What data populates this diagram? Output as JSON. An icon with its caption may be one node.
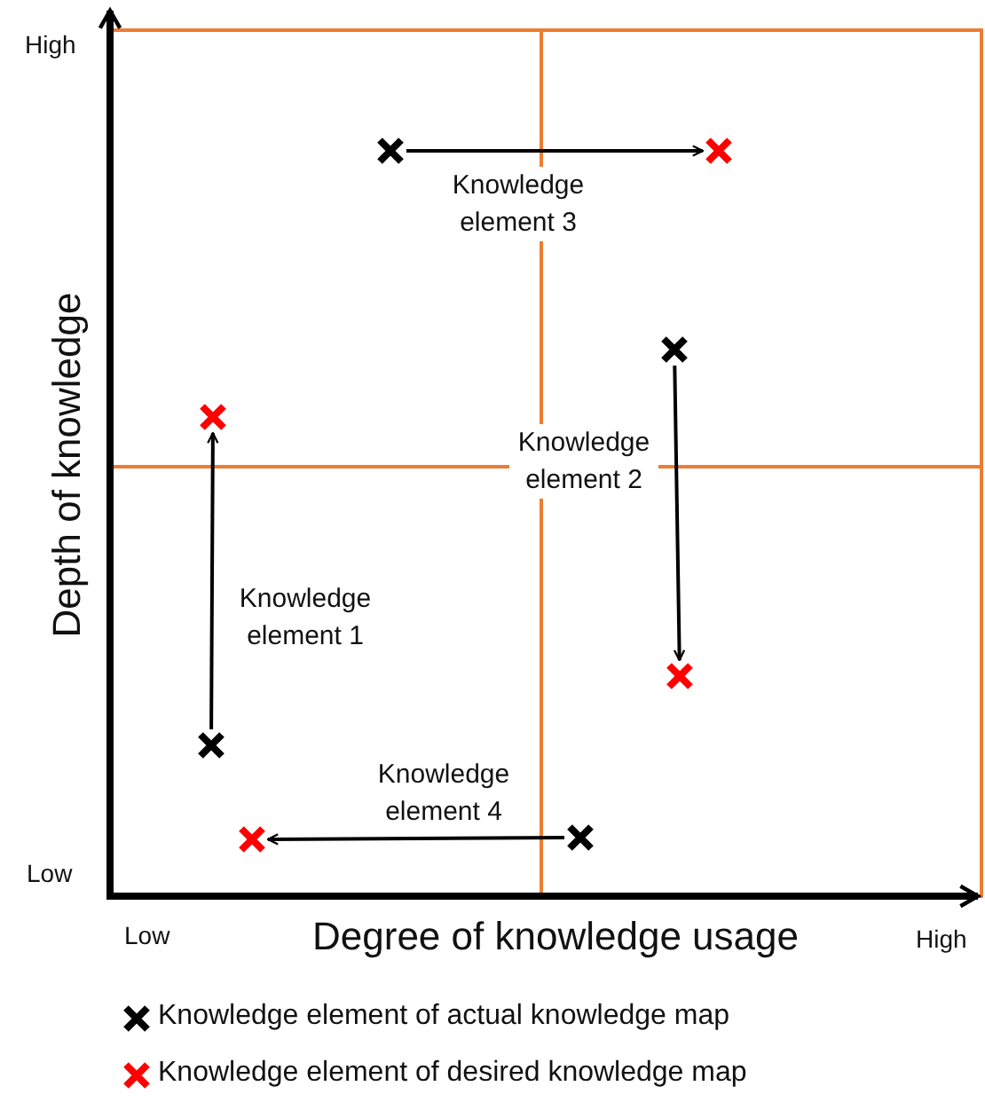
{
  "diagram": {
    "nodes": [
      {
        "text": [],
        "shape": "cross"
      },
      {
        "text": [],
        "shape": "cross"
      },
      {
        "text": [],
        "shape": "cross"
      },
      {
        "text": [],
        "shape": "cross"
      },
      {
        "text": [],
        "shape": "cross"
      },
      {
        "text": [],
        "shape": "cross"
      },
      {
        "text": [],
        "shape": "cross"
      },
      {
        "text": [],
        "shape": "cross"
      }
    ],
    "edges": [
      {
        "from": 5,
        "to": 3,
        "arrow": "to",
        "label": "Knowledge element 1"
      },
      {
        "from": 2,
        "to": 4,
        "arrow": "to",
        "label": "Knowledge element 2"
      },
      {
        "from": 0,
        "to": 1,
        "arrow": "to",
        "label": "Knowledge element 3"
      },
      {
        "from": 7,
        "to": 6,
        "arrow": "to",
        "label": "Knowledge element 4"
      }
    ],
    "labels": [
      "High",
      "Depth of knowledge",
      "Low",
      "Low",
      "Degree of knowledge usage",
      "High"
    ],
    "legend": [
      {
        "text": "Knowledge element of actual knowledge map",
        "color": "#000000"
      },
      {
        "text": "Knowledge element of desired knowledge map",
        "color": "#ff0000"
      }
    ]
  }
}
